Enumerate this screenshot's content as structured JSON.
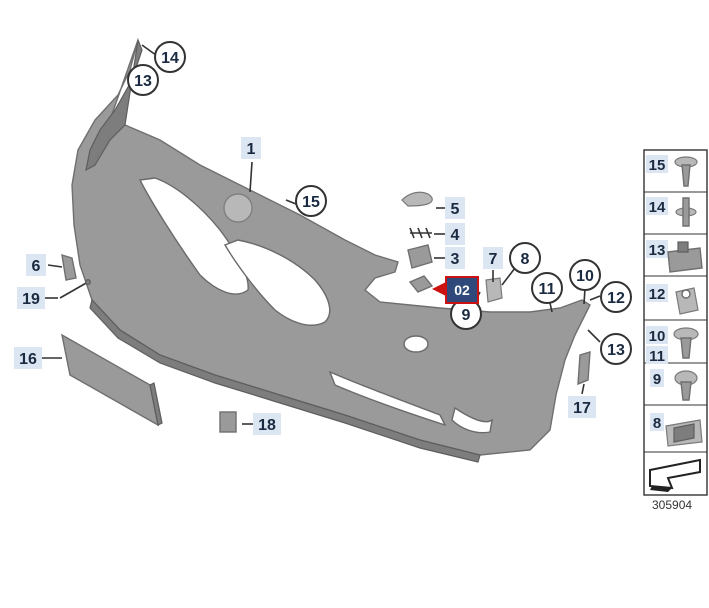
{
  "diagram": {
    "id_label": "305904",
    "highlight": {
      "label": "02",
      "color": "#2f4a7a",
      "border": "#cc1111"
    },
    "callouts": [
      {
        "n": "1",
        "style": "box"
      },
      {
        "n": "3",
        "style": "box"
      },
      {
        "n": "4",
        "style": "box"
      },
      {
        "n": "5",
        "style": "box"
      },
      {
        "n": "6",
        "style": "box"
      },
      {
        "n": "7",
        "style": "box"
      },
      {
        "n": "8",
        "style": "circle"
      },
      {
        "n": "9",
        "style": "circle"
      },
      {
        "n": "10",
        "style": "circle"
      },
      {
        "n": "11",
        "style": "circle"
      },
      {
        "n": "12",
        "style": "circle"
      },
      {
        "n": "13",
        "style": "circle"
      },
      {
        "n": "13",
        "style": "circle"
      },
      {
        "n": "14",
        "style": "circle"
      },
      {
        "n": "15",
        "style": "circle"
      },
      {
        "n": "16",
        "style": "box"
      },
      {
        "n": "17",
        "style": "box"
      },
      {
        "n": "18",
        "style": "box"
      },
      {
        "n": "19",
        "style": "box"
      }
    ],
    "legend": [
      {
        "label": "15"
      },
      {
        "label": "14"
      },
      {
        "label": "13"
      },
      {
        "label": "12"
      },
      {
        "label": "10"
      },
      {
        "label": "11"
      },
      {
        "label": "9"
      },
      {
        "label": "8"
      }
    ]
  }
}
